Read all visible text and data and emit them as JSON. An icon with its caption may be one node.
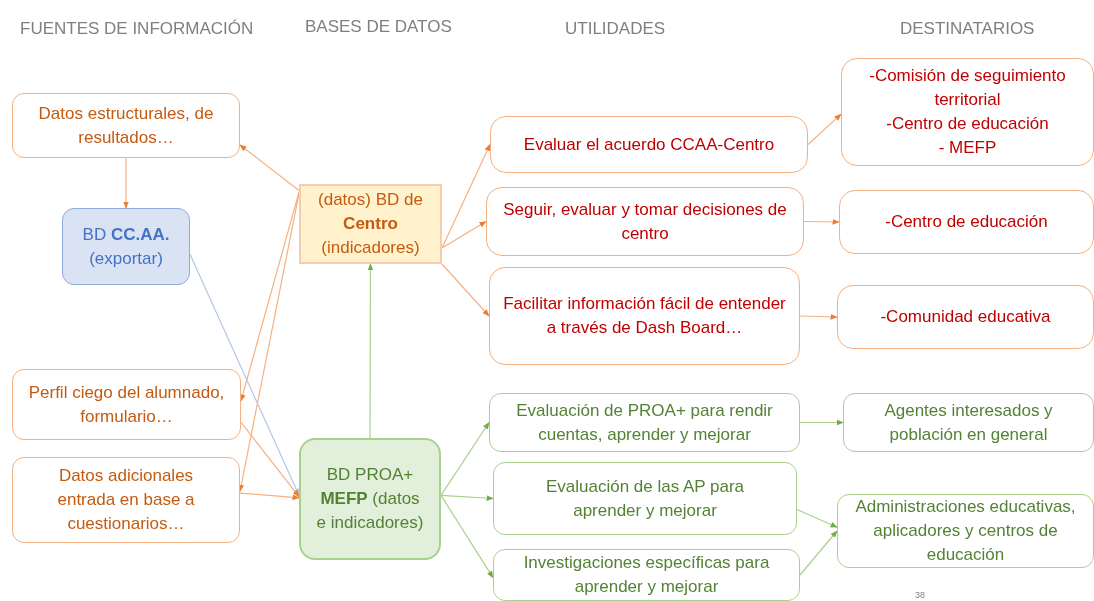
{
  "diagram": {
    "nodes": [
      {
        "text": [
          "Datos estructurales, de resultados…"
        ]
      },
      {
        "text": [
          "BD **CC.AA.** (exportar)"
        ]
      },
      {
        "text": [
          "Perfil ciego del alumnado, formulario…"
        ]
      },
      {
        "text": [
          "Datos adicionales entrada en  base a cuestionarios…"
        ]
      },
      {
        "text": [
          "(datos) BD de **Centro** (indicadores)"
        ]
      },
      {
        "text": [
          "BD PROA+ **MEFP** (datos e indicadores)"
        ]
      },
      {
        "text": [
          "Evaluar el acuerdo CCAA-Centro"
        ]
      },
      {
        "text": [
          "Seguir, evaluar y tomar decisiones de centro"
        ]
      },
      {
        "text": [
          "Facilitar información fácil de entender a través de Dash Board…"
        ]
      },
      {
        "text": [
          "Evaluación de PROA+ para rendir cuentas, aprender y mejorar"
        ]
      },
      {
        "text": [
          "Evaluación de las AP para  aprender  y mejorar"
        ]
      },
      {
        "text": [
          "Investigaciones específicas para  aprender  y mejorar"
        ]
      },
      {
        "text": [
          "-Comisión de seguimiento territorial",
          "-Centro de educación",
          "- MEFP"
        ]
      },
      {
        "text": [
          "-Centro de educación"
        ]
      },
      {
        "text": [
          "-Comunidad educativa"
        ]
      },
      {
        "text": [
          "Agentes interesados y población en general"
        ]
      },
      {
        "text": [
          "Administraciones educativas, aplicadores y centros de educación"
        ]
      }
    ],
    "edges": [
      {
        "from": 0,
        "to": 1,
        "arrow": "to"
      },
      {
        "from": 4,
        "to": 0,
        "arrow": "to"
      },
      {
        "from": 4,
        "to": 2,
        "arrow": "to"
      },
      {
        "from": 4,
        "to": 3,
        "arrow": "to"
      },
      {
        "from": 1,
        "to": 5,
        "arrow": "to",
        "color": "#b4c7e7"
      },
      {
        "from": 2,
        "to": 5,
        "arrow": "to"
      },
      {
        "from": 3,
        "to": 5,
        "arrow": "to"
      },
      {
        "from": 5,
        "to": 4,
        "arrow": "to",
        "color": "#a9d18e"
      },
      {
        "from": 4,
        "to": 6,
        "arrow": "to"
      },
      {
        "from": 4,
        "to": 7,
        "arrow": "to"
      },
      {
        "from": 4,
        "to": 8,
        "arrow": "to"
      },
      {
        "from": 6,
        "to": 12,
        "arrow": "to"
      },
      {
        "from": 7,
        "to": 13,
        "arrow": "to"
      },
      {
        "from": 8,
        "to": 14,
        "arrow": "to"
      },
      {
        "from": 5,
        "to": 9,
        "arrow": "to",
        "color": "#a9d18e"
      },
      {
        "from": 5,
        "to": 10,
        "arrow": "to",
        "color": "#a9d18e"
      },
      {
        "from": 5,
        "to": 11,
        "arrow": "to",
        "color": "#a9d18e"
      },
      {
        "from": 9,
        "to": 15,
        "arrow": "to",
        "color": "#a9d18e"
      },
      {
        "from": 10,
        "to": 16,
        "arrow": "to",
        "color": "#a9d18e"
      },
      {
        "from": 11,
        "to": 16,
        "arrow": "to",
        "color": "#a9d18e"
      }
    ],
    "labels": [
      "FUENTES DE INFORMACIÓN",
      "BASES DE DATOS",
      "UTILIDADES",
      "DESTINATARIOS",
      "38"
    ]
  }
}
